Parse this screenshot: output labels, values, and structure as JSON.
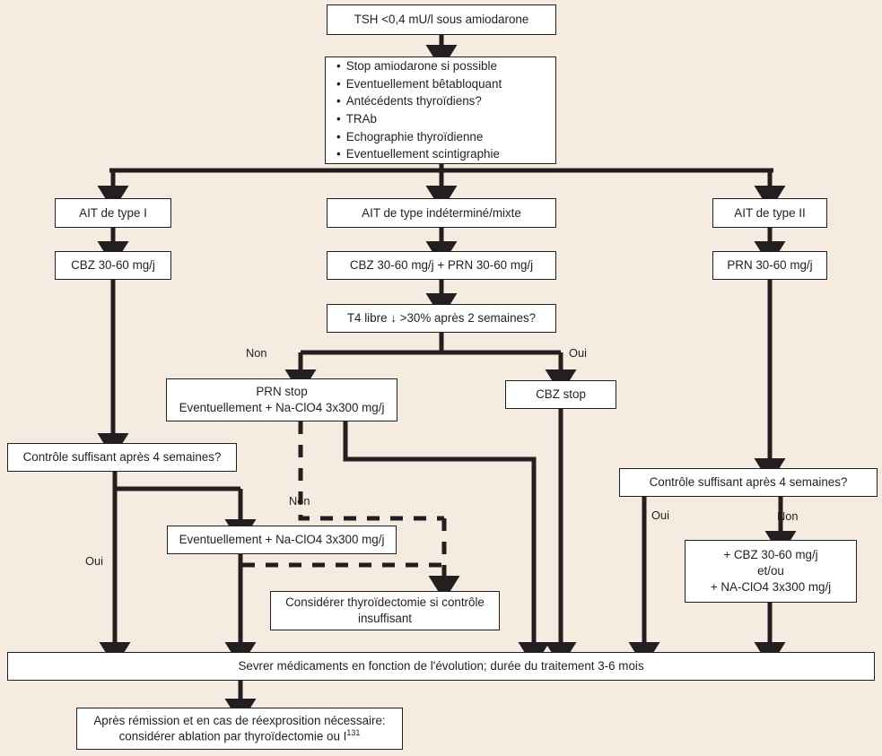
{
  "meta": {
    "title": "Algorithme de prise en charge de la thyrotoxicose induite par l'amiodarone (AIT)",
    "background_color": "#f5ebe0",
    "line_color": "#231f20",
    "box_fill": "#ffffff"
  },
  "nodes": {
    "tsh": "TSH <0,4 mU/l sous amiodarone",
    "workup_items": [
      "Stop amiodarone si possible",
      "Eventuellement bêtabloquant",
      "Antécédents thyroïdiens?",
      "TRAb",
      "Echographie thyroïdienne",
      "Eventuellement scintigraphie"
    ],
    "ait_type1": "AIT de type I",
    "ait_mixed": "AIT de type indéterminé/mixte",
    "ait_type2": "AIT de type II",
    "cbz_left": "CBZ 30-60 mg/j",
    "cbz_prn_mid": "CBZ 30-60 mg/j + PRN 30-60 mg/j",
    "prn_right": "PRN 30-60 mg/j",
    "t4_check": "T4 libre  ↓ >30% après 2 semaines?",
    "prn_stop": "PRN stop\nEventuellement + Na-ClO4 3x300 mg/j",
    "cbz_stop": "CBZ stop",
    "control_left": "Contrôle suffisant après 4 semaines?",
    "control_right": "Contrôle suffisant après 4 semaines?",
    "eventuellement_naclo4": "Eventuellement + Na-ClO4 3x300 mg/j",
    "thyroidectomie": "Considérer thyroïdectomie si contrôle\ninsuffisant",
    "add_cbz": "+ CBZ 30-60 mg/j\net/ou\n+ NA-ClO4 3x300 mg/j",
    "sevrer": "Sevrer médicaments en fonction de l'évolution; durée du traitement 3-6 mois",
    "apres_remission_line1": "Après rémission et en cas de réexprosition nécessaire:",
    "apres_remission_line2_pre": "considérer ablation par thyroïdectomie ou I",
    "apres_remission_line2_sup": "131"
  },
  "edge_labels": {
    "t4_non": "Non",
    "t4_oui": "Oui",
    "control_left_non": "Non",
    "control_left_oui": "Oui",
    "control_right_oui": "Oui",
    "control_right_non": "Non"
  }
}
